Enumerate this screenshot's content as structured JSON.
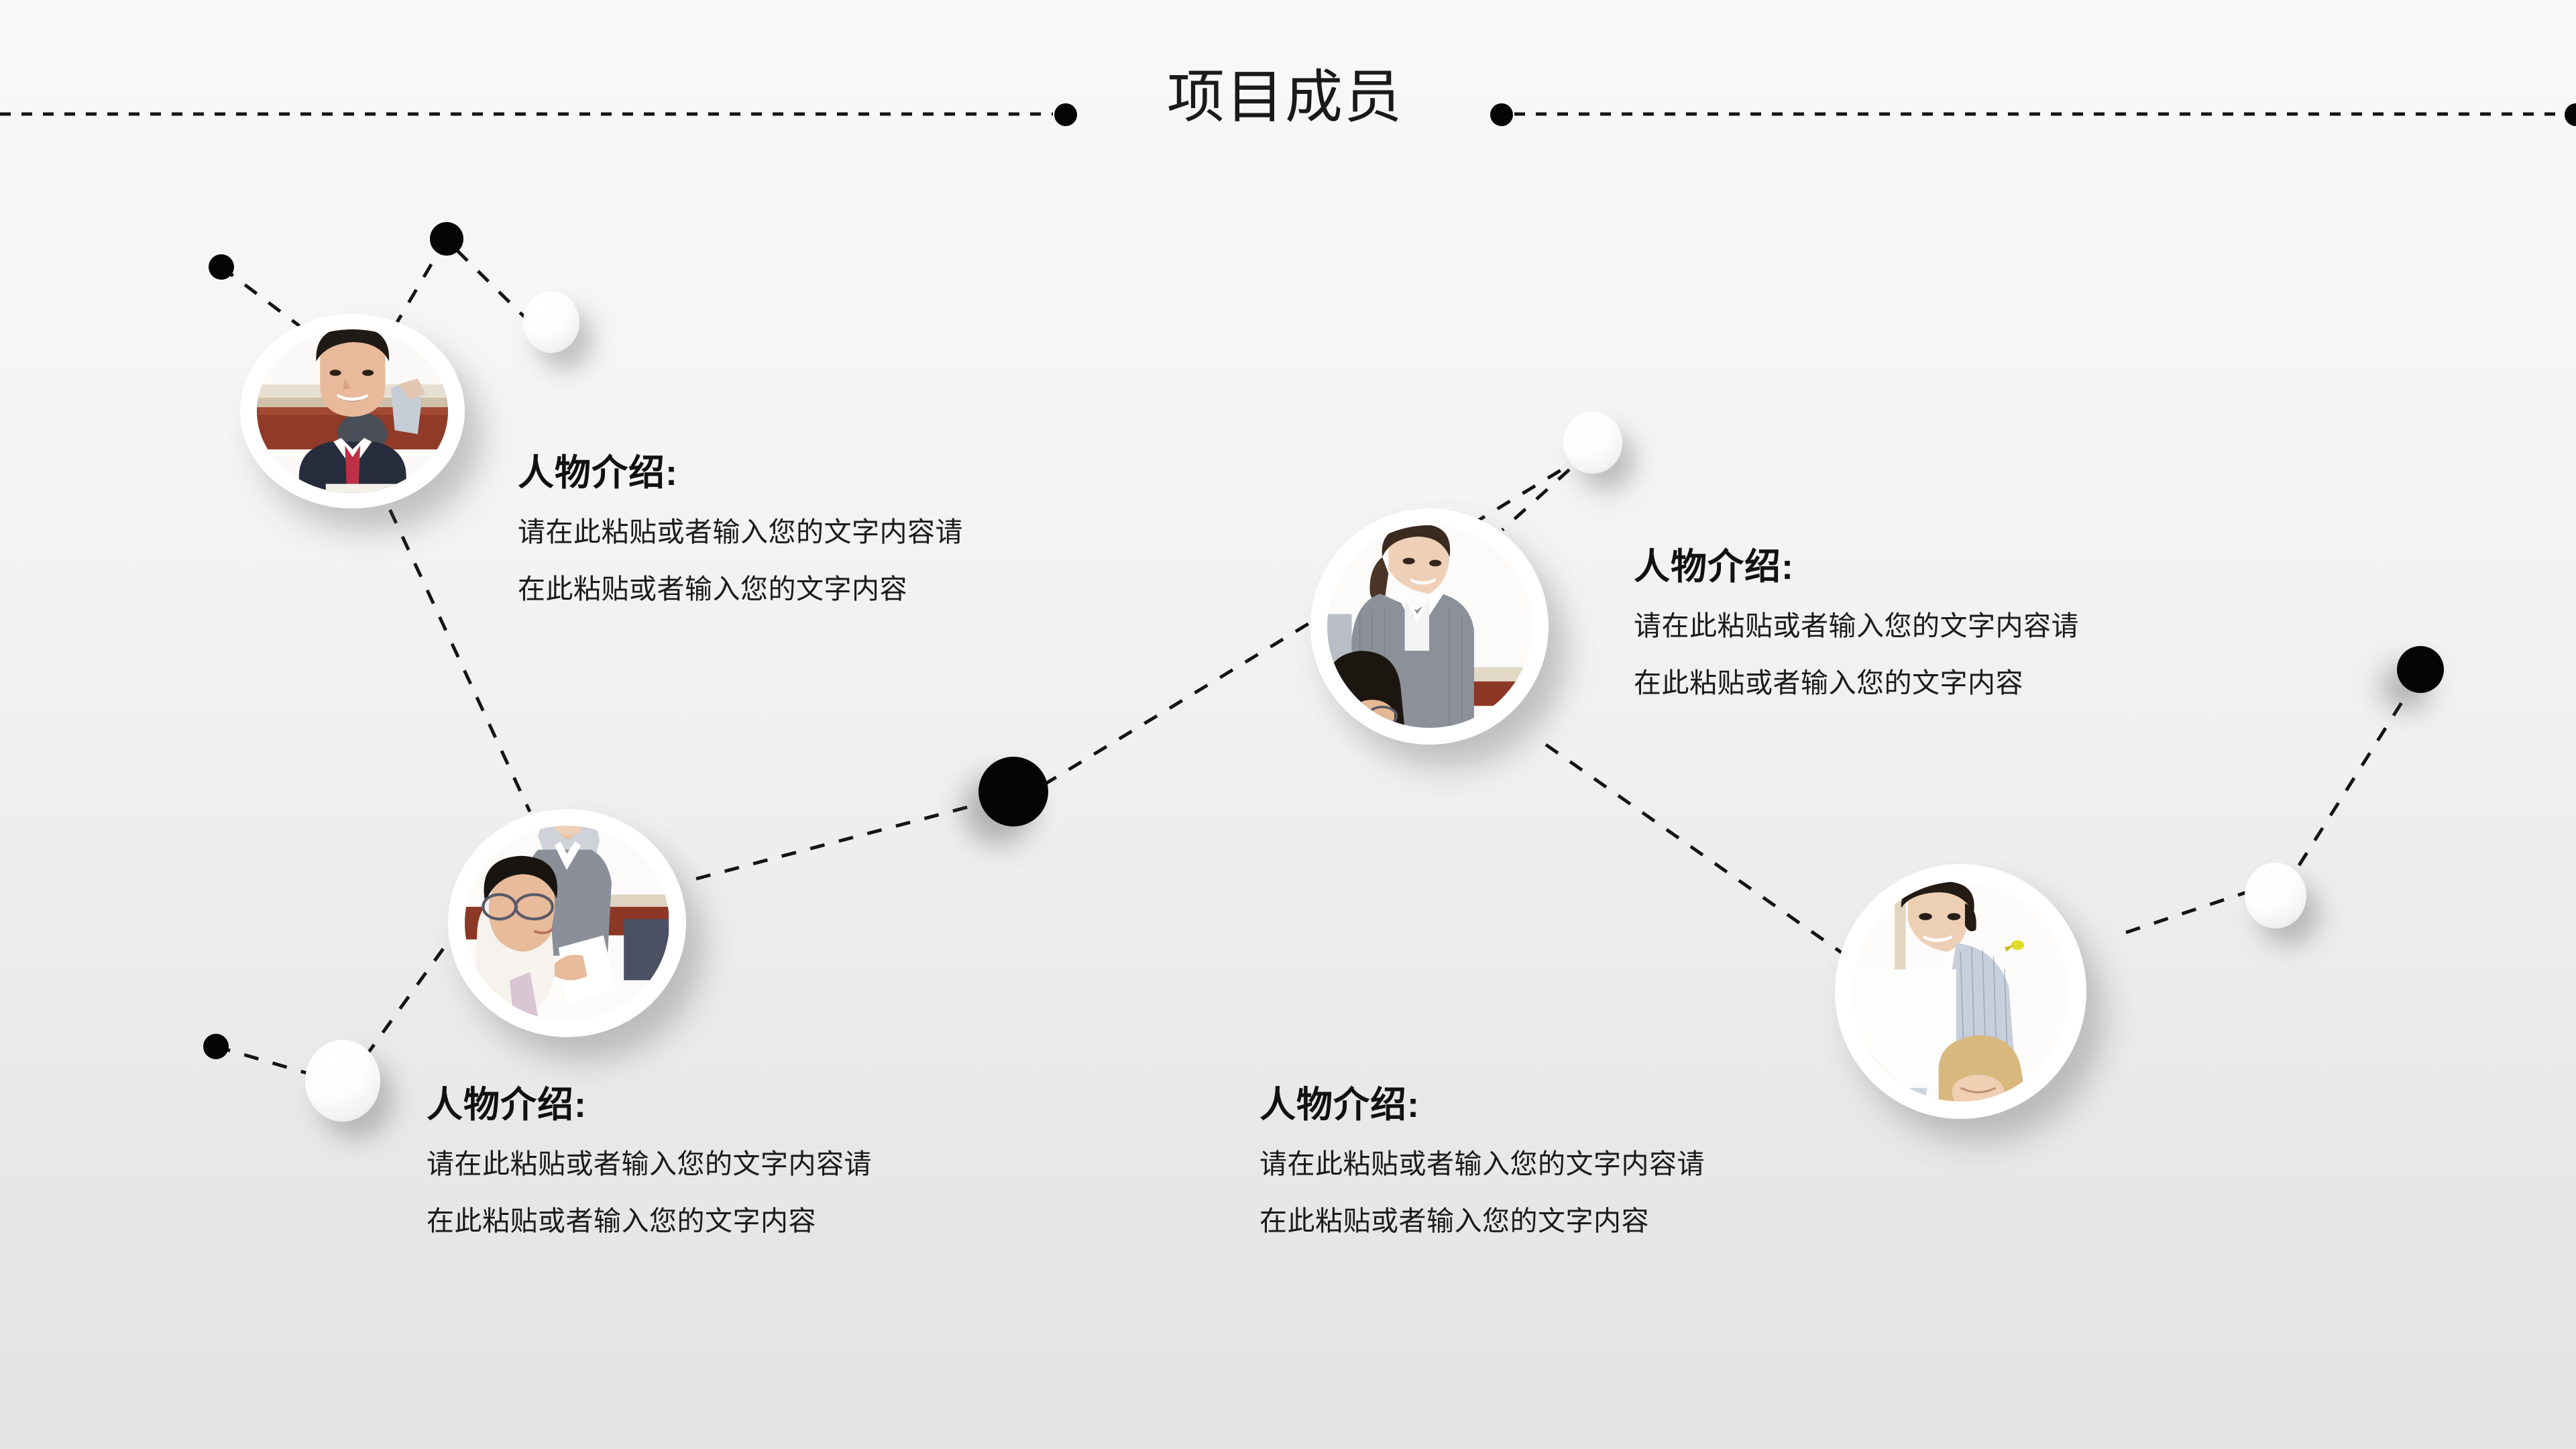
{
  "slide": {
    "title": "项目成员",
    "background_top_color": "#f8f8f8",
    "background_bottom_color": "#e3e3e3",
    "accent_color": "#050505"
  },
  "members": [
    {
      "id": "member-1",
      "heading": "人物介绍:",
      "line1": "请在此粘贴或者输入您的文字内容请",
      "line2": "在此粘贴或者输入您的文字内容",
      "photo_alt": "businessman-navy-suit-red-tie"
    },
    {
      "id": "member-2",
      "heading": "人物介绍:",
      "line1": "请在此粘贴或者输入您的文字内容请",
      "line2": "在此粘贴或者输入您的文字内容",
      "photo_alt": "man-glasses-white-shirt-with-colleague"
    },
    {
      "id": "member-3",
      "heading": "人物介绍:",
      "line1": "请在此粘贴或者输入您的文字内容请",
      "line2": "在此粘贴或者输入您的文字内容",
      "photo_alt": "smiling-woman-grey-suit-ponytail"
    },
    {
      "id": "member-4",
      "heading": "人物介绍:",
      "line1": "请在此粘贴或者输入您的文字内容请",
      "line2": "在此粘贴或者输入您的文字内容",
      "photo_alt": "man-striped-shirt-with-blonde-woman"
    }
  ],
  "nodes": {
    "title_left_dot": "black-dot",
    "title_right_dot": "black-dot",
    "title_far_right_dot": "black-dot",
    "top_left_small_dot": "black-dot",
    "top_left_apex_dot": "black-dot",
    "top_left_white_sphere": "white-sphere",
    "bottom_left_small_dot": "black-dot",
    "bottom_left_white_sphere": "white-sphere",
    "center_large_black_sphere": "black-sphere",
    "mid_right_white_sphere": "white-sphere",
    "far_right_black_sphere": "black-sphere",
    "far_right_white_sphere": "white-sphere"
  }
}
